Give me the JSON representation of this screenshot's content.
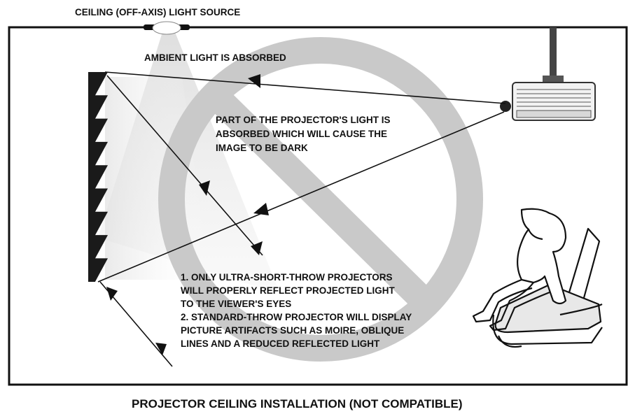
{
  "labels": {
    "light_source": "CEILING (OFF-AXIS) LIGHT SOURCE",
    "ambient": "AMBIENT LIGHT IS ABSORBED",
    "absorbed": [
      "PART OF THE PROJECTOR'S LIGHT IS",
      "ABSORBED WHICH WILL CAUSE THE",
      "IMAGE TO BE DARK"
    ],
    "notes": [
      "1. ONLY ULTRA-SHORT-THROW PROJECTORS",
      "WILL PROPERLY REFLECT PROJECTED LIGHT",
      "TO THE VIEWER'S EYES",
      "2. STANDARD-THROW PROJECTOR WILL DISPLAY",
      "PICTURE ARTIFACTS SUCH AS MOIRE, OBLIQUE",
      "LINES AND A REDUCED REFLECTED LIGHT"
    ]
  },
  "caption": "PROJECTOR CEILING INSTALLATION (NOT COMPATIBLE)",
  "icons": {
    "prohibition": "no-symbol-icon",
    "lamp": "ceiling-lamp-icon",
    "projector": "projector-icon",
    "screen": "serrated-screen-icon",
    "viewer": "seated-viewer-icon"
  },
  "colors": {
    "outline": "#111111",
    "prohibition": "#c9c9c9",
    "light_beam": "#e6e6e6",
    "screen": "#1a1a1a"
  }
}
